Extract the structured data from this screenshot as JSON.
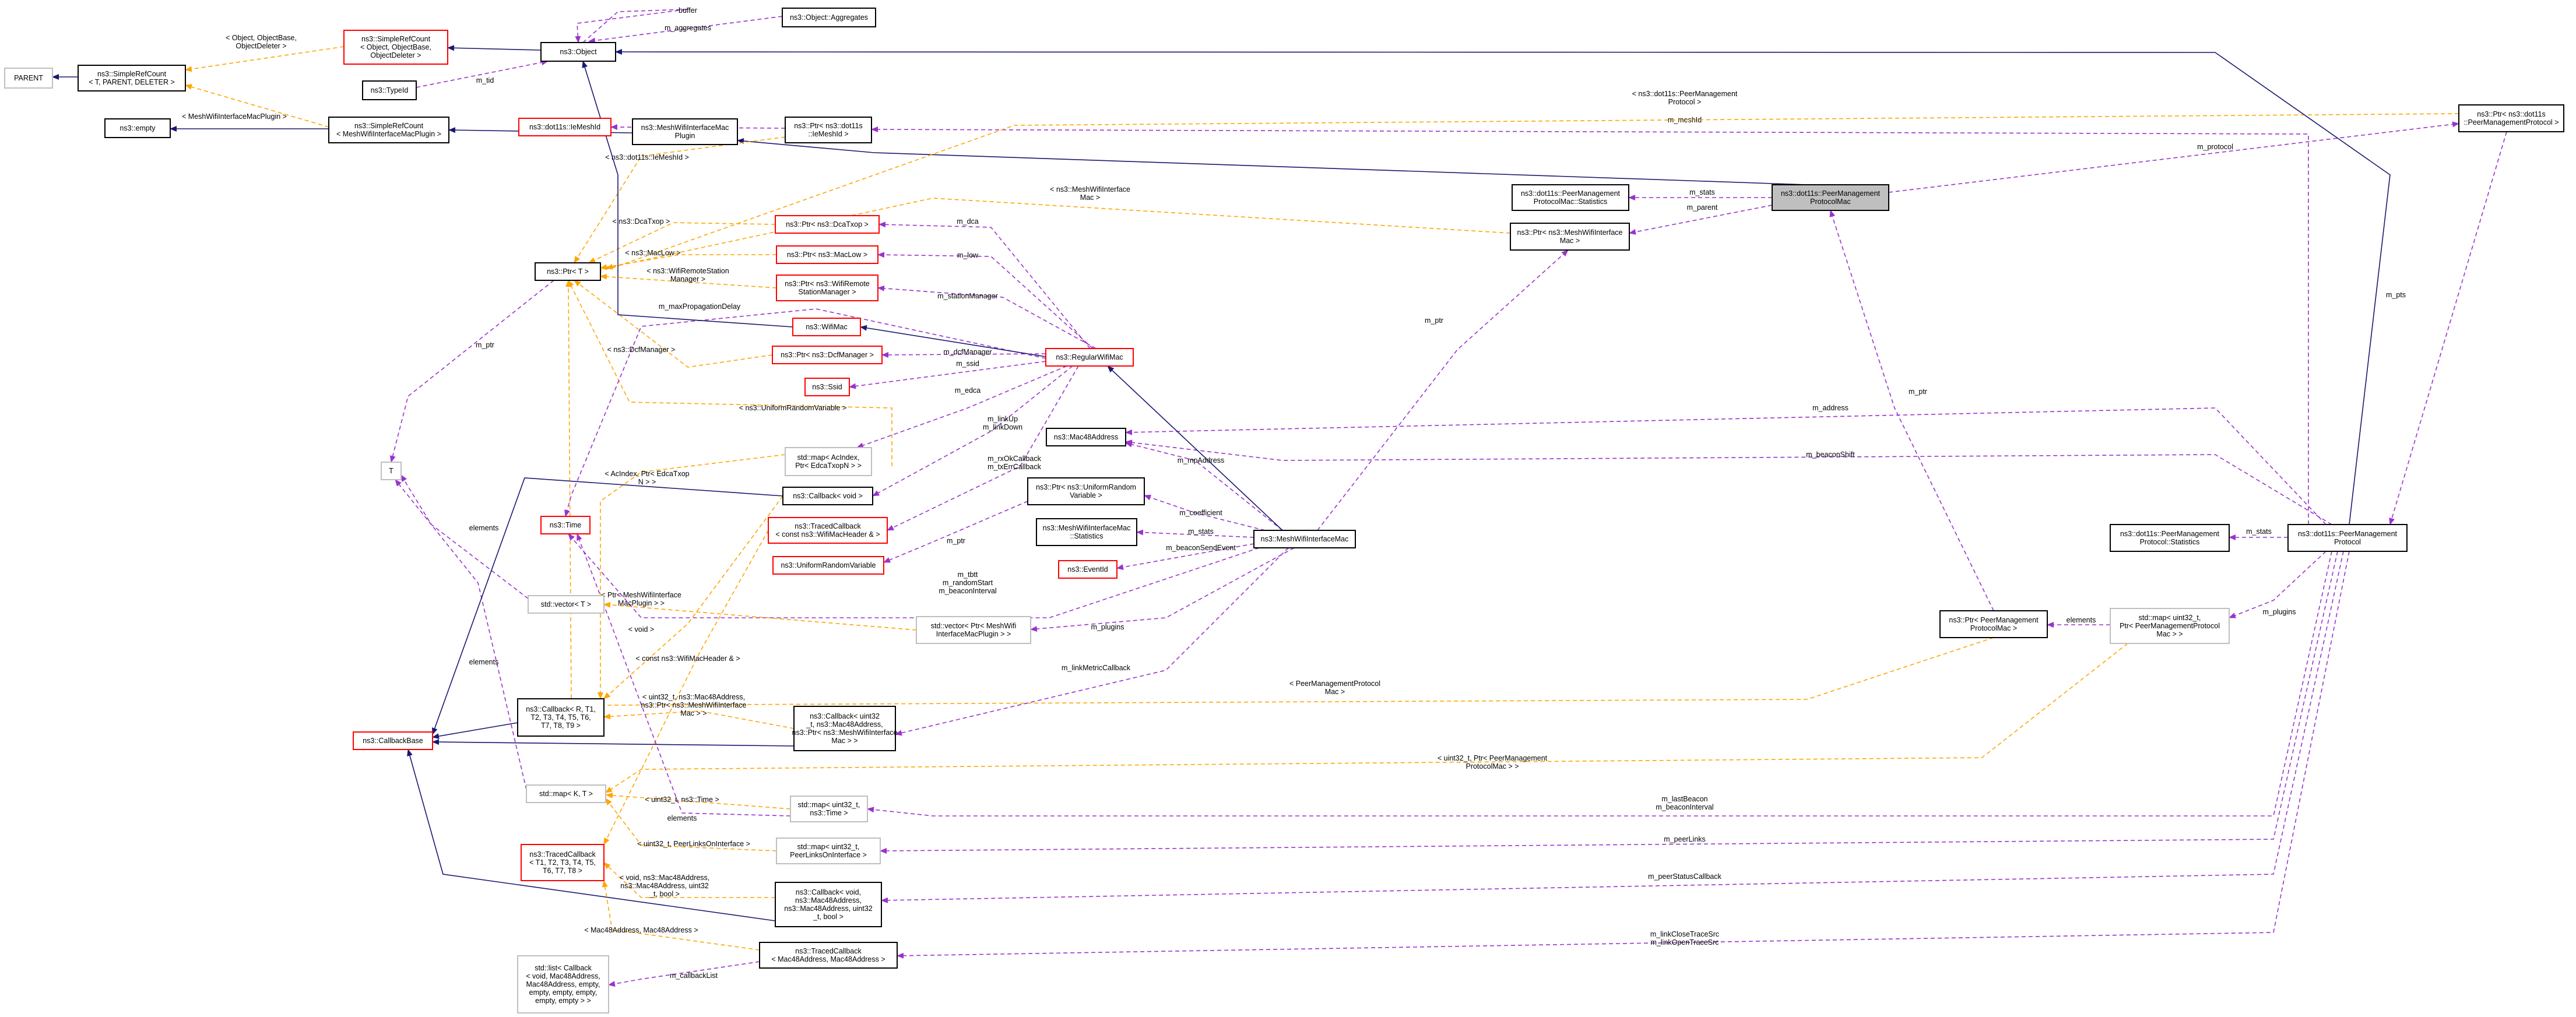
{
  "colors": {
    "inheritance_edge": "#191970",
    "usage_edge": "#9a32cd",
    "template_edge": "#ffa500",
    "node_border_default": "#000000",
    "node_border_undocumented": "#ff0000",
    "node_border_external": "#bfbfbf",
    "focus_fill": "#bfbfbf"
  },
  "nodes": [
    {
      "id": "parent",
      "lines": [
        "PARENT"
      ],
      "style": "external"
    },
    {
      "id": "simplerefcount_generic",
      "lines": [
        "ns3::SimpleRefCount",
        "< T, PARENT, DELETER >"
      ],
      "style": "default"
    },
    {
      "id": "simplerefcount_object",
      "lines": [
        "ns3::SimpleRefCount",
        "< Object, ObjectBase,",
        "ObjectDeleter >"
      ],
      "style": "undocumented"
    },
    {
      "id": "object",
      "lines": [
        "ns3::Object"
      ],
      "style": "default"
    },
    {
      "id": "aggregates",
      "lines": [
        "ns3::Object::Aggregates"
      ],
      "style": "default"
    },
    {
      "id": "typeid",
      "lines": [
        "ns3::TypeId"
      ],
      "style": "default"
    },
    {
      "id": "empty",
      "lines": [
        "ns3::empty"
      ],
      "style": "default"
    },
    {
      "id": "simplerefcount_plugin",
      "lines": [
        "ns3::SimpleRefCount",
        "< MeshWifiInterfaceMacPlugin >"
      ],
      "style": "default"
    },
    {
      "id": "dot11s_imeshid",
      "lines": [
        "ns3::dot11s::IeMeshId"
      ],
      "style": "undocumented"
    },
    {
      "id": "plugin",
      "lines": [
        "ns3::MeshWifiInterfaceMac",
        "Plugin"
      ],
      "style": "default"
    },
    {
      "id": "ptr_imeshid",
      "lines": [
        "ns3::Ptr< ns3::dot11s",
        "::IeMeshId >"
      ],
      "style": "default"
    },
    {
      "id": "ptr_peer_protocol",
      "lines": [
        "ns3::Ptr< ns3::dot11s",
        "::PeerManagementProtocol >"
      ],
      "style": "default"
    },
    {
      "id": "statistics",
      "lines": [
        "ns3::dot11s::PeerManagement",
        "ProtocolMac::Statistics"
      ],
      "style": "default"
    },
    {
      "id": "focus",
      "lines": [
        "ns3::dot11s::PeerManagement",
        "ProtocolMac"
      ],
      "style": "focus"
    },
    {
      "id": "ptr_dcatxop",
      "lines": [
        "ns3::Ptr< ns3::DcaTxop >"
      ],
      "style": "undocumented"
    },
    {
      "id": "ptr_meshwifi",
      "lines": [
        "ns3::Ptr< ns3::MeshWifiInterface",
        "Mac >"
      ],
      "style": "default"
    },
    {
      "id": "ptr_t",
      "lines": [
        "ns3::Ptr< T >"
      ],
      "style": "default"
    },
    {
      "id": "ptr_maclow",
      "lines": [
        "ns3::Ptr< ns3::MacLow >"
      ],
      "style": "undocumented"
    },
    {
      "id": "ptr_wifiremote",
      "lines": [
        "ns3::Ptr< ns3::WifiRemote",
        "StationManager >"
      ],
      "style": "undocumented"
    },
    {
      "id": "wifimac",
      "lines": [
        "ns3::WifiMac"
      ],
      "style": "undocumented"
    },
    {
      "id": "ptr_dcfmanager",
      "lines": [
        "ns3::Ptr< ns3::DcfManager >"
      ],
      "style": "undocumented"
    },
    {
      "id": "regularwifimac",
      "lines": [
        "ns3::RegularWifiMac"
      ],
      "style": "undocumented"
    },
    {
      "id": "ssid",
      "lines": [
        "ns3::Ssid"
      ],
      "style": "undocumented"
    },
    {
      "id": "t",
      "lines": [
        "T"
      ],
      "style": "external"
    },
    {
      "id": "map_acindex",
      "lines": [
        "std::map< AcIndex,",
        "Ptr< EdcaTxopN > >"
      ],
      "style": "external"
    },
    {
      "id": "mac48address",
      "lines": [
        "ns3::Mac48Address"
      ],
      "style": "default"
    },
    {
      "id": "callback_void",
      "lines": [
        "ns3::Callback< void >"
      ],
      "style": "default"
    },
    {
      "id": "ptr_uniformrandom",
      "lines": [
        "ns3::Ptr< ns3::UniformRandom",
        "Variable >"
      ],
      "style": "default"
    },
    {
      "id": "tracedcallback_header",
      "lines": [
        "ns3::TracedCallback",
        "< const ns3::WifiMacHeader & >"
      ],
      "style": "undocumented"
    },
    {
      "id": "time",
      "lines": [
        "ns3::Time"
      ],
      "style": "undocumented"
    },
    {
      "id": "meshwifi_statistics",
      "lines": [
        "ns3::MeshWifiInterfaceMac",
        "::Statistics"
      ],
      "style": "default"
    },
    {
      "id": "meshwifimac",
      "lines": [
        "ns3::MeshWifiInterfaceMac"
      ],
      "style": "default"
    },
    {
      "id": "uniformrandom",
      "lines": [
        "ns3::UniformRandomVariable"
      ],
      "style": "undocumented"
    },
    {
      "id": "eventid",
      "lines": [
        "ns3::EventId"
      ],
      "style": "undocumented"
    },
    {
      "id": "peer_statistics",
      "lines": [
        "ns3::dot11s::PeerManagement",
        "Protocol::Statistics"
      ],
      "style": "default"
    },
    {
      "id": "peer_protocol",
      "lines": [
        "ns3::dot11s::PeerManagement",
        "Protocol"
      ],
      "style": "default"
    },
    {
      "id": "vector_t",
      "lines": [
        "std::vector< T >"
      ],
      "style": "external"
    },
    {
      "id": "vector_plugin",
      "lines": [
        "std::vector< Ptr< MeshWifi",
        "InterfaceMacPlugin > >"
      ],
      "style": "external"
    },
    {
      "id": "ptr_peer_mac",
      "lines": [
        "ns3::Ptr< PeerManagement",
        "ProtocolMac >"
      ],
      "style": "default"
    },
    {
      "id": "map_uint32_peer",
      "lines": [
        "std::map< uint32_t,",
        "Ptr< PeerManagementProtocol",
        "Mac > >"
      ],
      "style": "external"
    },
    {
      "id": "callbackbase",
      "lines": [
        "ns3::CallbackBase"
      ],
      "style": "undocumented"
    },
    {
      "id": "callback_template",
      "lines": [
        "ns3::Callback< R, T1,",
        "T2, T3, T4, T5, T6,",
        "T7, T8, T9 >"
      ],
      "style": "default"
    },
    {
      "id": "callback_uint32",
      "lines": [
        "ns3::Callback< uint32",
        "_t, ns3::Mac48Address,",
        "ns3::Ptr< ns3::MeshWifiInterface",
        "Mac > >"
      ],
      "style": "default"
    },
    {
      "id": "map_kt",
      "lines": [
        "std::map< K, T >"
      ],
      "style": "external"
    },
    {
      "id": "map_uint32_time",
      "lines": [
        "std::map< uint32_t,",
        "ns3::Time >"
      ],
      "style": "external"
    },
    {
      "id": "tracedcallback_template",
      "lines": [
        "ns3::TracedCallback",
        "< T1, T2, T3, T4, T5,",
        "T6, T7, T8 >"
      ],
      "style": "undocumented"
    },
    {
      "id": "map_uint32_links",
      "lines": [
        "std::map< uint32_t,",
        "PeerLinksOnInterface >"
      ],
      "style": "external"
    },
    {
      "id": "callback_void_mac",
      "lines": [
        "ns3::Callback< void,",
        "ns3::Mac48Address,",
        "ns3::Mac48Address, uint32",
        "_t, bool >"
      ],
      "style": "default"
    },
    {
      "id": "tracedcallback_mac",
      "lines": [
        "ns3::TracedCallback",
        "< Mac48Address, Mac48Address >"
      ],
      "style": "default"
    },
    {
      "id": "list_callback",
      "lines": [
        "std::list< Callback",
        "< void, Mac48Address,",
        "Mac48Address, empty,",
        "empty, empty, empty,",
        "empty, empty > >"
      ],
      "style": "external"
    }
  ],
  "edges": [
    {
      "id": "e_parent",
      "kind": "inheritance",
      "label": []
    },
    {
      "id": "e_src_obj",
      "kind": "template",
      "label": [
        "< Object, ObjectBase,",
        "ObjectDeleter >"
      ]
    },
    {
      "id": "e_src_plugin",
      "kind": "template",
      "label": [
        "< MeshWifiInterfaceMacPlugin >"
      ]
    },
    {
      "id": "e_obj_src",
      "kind": "inheritance",
      "label": []
    },
    {
      "id": "e_buffer",
      "kind": "usage",
      "label": [
        "buffer"
      ]
    },
    {
      "id": "e_aggregates",
      "kind": "usage",
      "label": [
        "m_aggregates"
      ]
    },
    {
      "id": "e_tid",
      "kind": "usage",
      "label": [
        "m_tid"
      ]
    },
    {
      "id": "e_empty",
      "kind": "inheritance",
      "label": []
    },
    {
      "id": "e_plugin_src",
      "kind": "inheritance",
      "label": []
    },
    {
      "id": "e_plugin_focus",
      "kind": "inheritance",
      "label": []
    },
    {
      "id": "e_ptr_imeshid",
      "kind": "usage",
      "label": [
        "m_ptr"
      ]
    },
    {
      "id": "e_meshid",
      "kind": "usage",
      "label": [
        "m_meshId"
      ]
    },
    {
      "id": "e_tmpl_peerproto",
      "kind": "template",
      "label": [
        "< ns3::dot11s::PeerManagement",
        "Protocol >"
      ]
    },
    {
      "id": "e_tmpl_imeshid",
      "kind": "template",
      "label": [
        "< ns3::dot11s::IeMeshId >"
      ]
    },
    {
      "id": "e_protocol",
      "kind": "usage",
      "label": [
        "m_protocol"
      ]
    },
    {
      "id": "e_stats",
      "kind": "usage",
      "label": [
        "m_stats"
      ]
    },
    {
      "id": "e_parent_ptr",
      "kind": "usage",
      "label": [
        "m_parent"
      ]
    },
    {
      "id": "e_tmpl_meshwifi",
      "kind": "template",
      "label": [
        "< ns3::MeshWifiInterface",
        "Mac >"
      ]
    },
    {
      "id": "e_tmpl_dcatxop",
      "kind": "template",
      "label": [
        "< ns3::DcaTxop >"
      ]
    },
    {
      "id": "e_tmpl_maclow",
      "kind": "template",
      "label": [
        "< ns3::MacLow >"
      ]
    },
    {
      "id": "e_tmpl_wifiremote",
      "kind": "template",
      "label": [
        "< ns3::WifiRemoteStation",
        "Manager >"
      ]
    },
    {
      "id": "e_tmpl_dcfmanager",
      "kind": "template",
      "label": [
        "< ns3::DcfManager >"
      ]
    },
    {
      "id": "e_tmpl_uniform",
      "kind": "template",
      "label": [
        "< ns3::UniformRandomVariable >"
      ]
    },
    {
      "id": "e_tmpl_peermac",
      "kind": "template",
      "label": [
        "< PeerManagementProtocol",
        "Mac >"
      ]
    },
    {
      "id": "e_ptr_t",
      "kind": "usage",
      "label": [
        "m_ptr"
      ]
    },
    {
      "id": "e_dca",
      "kind": "usage",
      "label": [
        "m_dca"
      ]
    },
    {
      "id": "e_low",
      "kind": "usage",
      "label": [
        "m_low"
      ]
    },
    {
      "id": "e_station",
      "kind": "usage",
      "label": [
        "m_stationManager"
      ]
    },
    {
      "id": "e_maxdelay",
      "kind": "usage",
      "label": [
        "m_maxPropagationDelay"
      ]
    },
    {
      "id": "e_wifimac_obj",
      "kind": "inheritance",
      "label": []
    },
    {
      "id": "e_regular_wifimac",
      "kind": "inheritance",
      "label": []
    },
    {
      "id": "e_dcf",
      "kind": "usage",
      "label": [
        "m_dcfManager"
      ]
    },
    {
      "id": "e_ssid",
      "kind": "usage",
      "label": [
        "m_ssid"
      ]
    },
    {
      "id": "e_edca",
      "kind": "usage",
      "label": [
        "m_edca"
      ]
    },
    {
      "id": "e_link",
      "kind": "usage",
      "label": [
        "m_linkUp",
        "m_linkDown"
      ]
    },
    {
      "id": "e_rxok",
      "kind": "usage",
      "label": [
        "m_rxOkCallback",
        "m_txErrCallback"
      ]
    },
    {
      "id": "e_ptr_peer_focus",
      "kind": "usage",
      "label": [
        "m_ptr"
      ]
    },
    {
      "id": "e_address",
      "kind": "usage",
      "label": [
        "m_address"
      ]
    },
    {
      "id": "e_beacon_shift",
      "kind": "usage",
      "label": [
        "m_beaconShift"
      ]
    },
    {
      "id": "e_mpaddress",
      "kind": "usage",
      "label": [
        "m_mpAddress"
      ]
    },
    {
      "id": "e_coefficient",
      "kind": "usage",
      "label": [
        "m_coefficient"
      ]
    },
    {
      "id": "e_mesh_stats",
      "kind": "usage",
      "label": [
        "m_stats"
      ]
    },
    {
      "id": "e_ptr_uniform",
      "kind": "usage",
      "label": [
        "m_ptr"
      ]
    },
    {
      "id": "e_beacon_event",
      "kind": "usage",
      "label": [
        "m_beaconSendEvent"
      ]
    },
    {
      "id": "e_tbtt",
      "kind": "usage",
      "label": [
        "m_tbtt",
        "m_randomStart",
        "m_beaconInterval"
      ]
    },
    {
      "id": "e_plugins_vec",
      "kind": "usage",
      "label": [
        "m_plugins"
      ]
    },
    {
      "id": "e_peer_stats",
      "kind": "usage",
      "label": [
        "m_stats"
      ]
    },
    {
      "id": "e_peer_plugins",
      "kind": "usage",
      "label": [
        "m_plugins"
      ]
    },
    {
      "id": "e_pts",
      "kind": "usage",
      "label": [
        "m_pts"
      ]
    },
    {
      "id": "e_peer_obj",
      "kind": "inheritance",
      "label": []
    },
    {
      "id": "e_meshwifi_regular",
      "kind": "inheritance",
      "label": []
    },
    {
      "id": "e_meshwifi_ptr",
      "kind": "usage",
      "label": [
        "m_ptr"
      ]
    },
    {
      "id": "e_tmpl_acindex",
      "kind": "template",
      "label": [
        "< AcIndex, Ptr< EdcaTxop",
        "N > >"
      ]
    },
    {
      "id": "e_vector_t",
      "kind": "usage",
      "label": [
        "elements"
      ]
    },
    {
      "id": "e_tmpl_vec_plugin",
      "kind": "template",
      "label": [
        "< Ptr< MeshWifiInterface",
        "MacPlugin > >"
      ]
    },
    {
      "id": "e_map_elements",
      "kind": "usage",
      "label": [
        "elements"
      ]
    },
    {
      "id": "e_map_peer_elements",
      "kind": "usage",
      "label": [
        "elements"
      ]
    },
    {
      "id": "e_tmpl_void",
      "kind": "template",
      "label": [
        "< void >"
      ]
    },
    {
      "id": "e_tmpl_header",
      "kind": "template",
      "label": [
        "< const ns3::WifiMacHeader & >"
      ]
    },
    {
      "id": "e_tmpl_uint32_cb",
      "kind": "template",
      "label": [
        "< uint32_t, ns3::Mac48Address,",
        "ns3::Ptr< ns3::MeshWifiInterface",
        "Mac > >"
      ]
    },
    {
      "id": "e_callbackbase_tmpl",
      "kind": "inheritance",
      "label": []
    },
    {
      "id": "e_cb_void",
      "kind": "inheritance",
      "label": []
    },
    {
      "id": "e_cb_uint32",
      "kind": "inheritance",
      "label": []
    },
    {
      "id": "e_cb_voidmac",
      "kind": "inheritance",
      "label": []
    },
    {
      "id": "e_linkmetric",
      "kind": "usage",
      "label": [
        "m_linkMetricCallback"
      ]
    },
    {
      "id": "e_tmpl_uint32_peer",
      "kind": "template",
      "label": [
        "< uint32_t, Ptr< PeerManagement",
        "ProtocolMac > >"
      ]
    },
    {
      "id": "e_tmpl_uint32_time",
      "kind": "template",
      "label": [
        "< uint32_t, ns3::Time >"
      ]
    },
    {
      "id": "e_lastbeacon",
      "kind": "usage",
      "label": [
        "m_lastBeacon",
        "m_beaconInterval"
      ]
    },
    {
      "id": "e_time_elements",
      "kind": "usage",
      "label": [
        "elements"
      ]
    },
    {
      "id": "e_tmpl_links",
      "kind": "template",
      "label": [
        "< uint32_t, PeerLinksOnInterface >"
      ]
    },
    {
      "id": "e_peerlinks",
      "kind": "usage",
      "label": [
        "m_peerLinks"
      ]
    },
    {
      "id": "e_tmpl_voidmac",
      "kind": "template",
      "label": [
        "< void, ns3::Mac48Address,",
        "ns3::Mac48Address, uint32",
        "_t, bool >"
      ]
    },
    {
      "id": "e_peer_status",
      "kind": "usage",
      "label": [
        "m_peerStatusCallback"
      ]
    },
    {
      "id": "e_tmpl_traced_mac",
      "kind": "template",
      "label": [
        "< Mac48Address, Mac48Address >"
      ]
    },
    {
      "id": "e_link_close",
      "kind": "usage",
      "label": [
        "m_linkCloseTraceSrc",
        "m_linkOpenTraceSrc"
      ]
    },
    {
      "id": "e_callback_list",
      "kind": "usage",
      "label": [
        "m_callbackList"
      ]
    }
  ]
}
